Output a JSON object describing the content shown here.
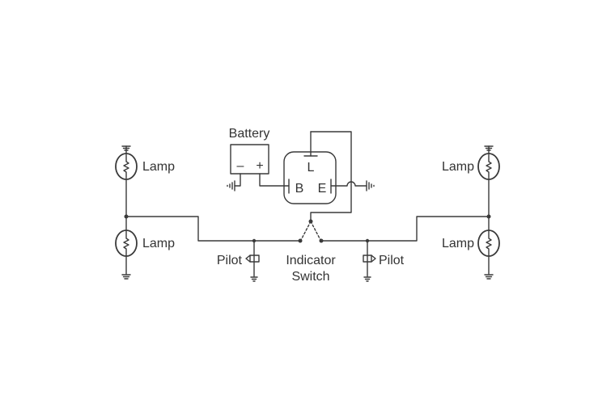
{
  "labels": {
    "battery": "Battery",
    "battery_minus": "–",
    "battery_plus": "+",
    "relay_l": "L",
    "relay_b": "B",
    "relay_e": "E",
    "lamp": "Lamp",
    "pilot": "Pilot",
    "indicator_line1": "Indicator",
    "indicator_line2": "Switch"
  },
  "colors": {
    "line": "#3a3a3a",
    "text": "#333333",
    "background": "#ffffff"
  }
}
